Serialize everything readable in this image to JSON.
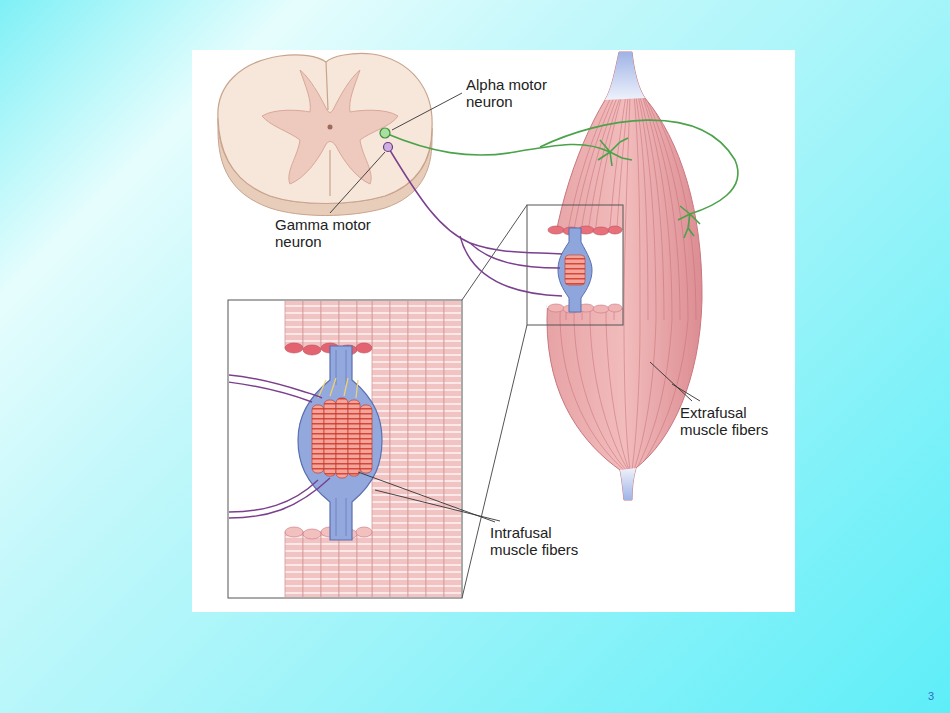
{
  "diagram": {
    "labels": [
      "Alpha motor neuron",
      "Gamma motor neuron",
      "Extrafusal muscle fibers",
      "Intrafusal muscle fibers",
      "3"
    ]
  }
}
